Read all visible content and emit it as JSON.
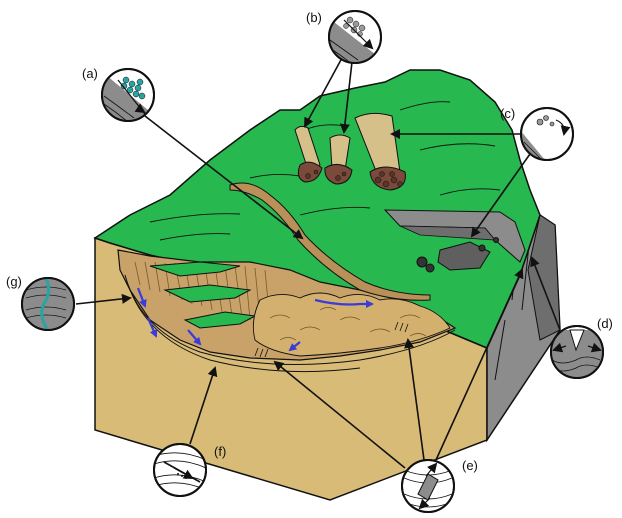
{
  "labels": {
    "a": "(a)",
    "b": "(b)",
    "c": "(c)",
    "d": "(d)",
    "e": "(e)",
    "f": "(f)",
    "g": "(g)"
  },
  "colors": {
    "grass": "#27b84f",
    "grass_dark": "#1f9e43",
    "soil": "#d9bb78",
    "soil_dark": "#c4a05c",
    "slide_mass": "#c8a268",
    "rock_grey": "#8c8c8c",
    "rock_dark": "#5f5f5f",
    "water_blue": "#3b3bd9",
    "teal": "#2aa3a3",
    "outline": "#111111"
  },
  "icons": {
    "a": "fall-debris-icon",
    "b": "debris-slide-icon",
    "c": "rockfall-icon",
    "d": "tension-crack-icon",
    "e": "shear-fracture-icon",
    "f": "slip-surface-icon",
    "g": "vein-icon"
  }
}
